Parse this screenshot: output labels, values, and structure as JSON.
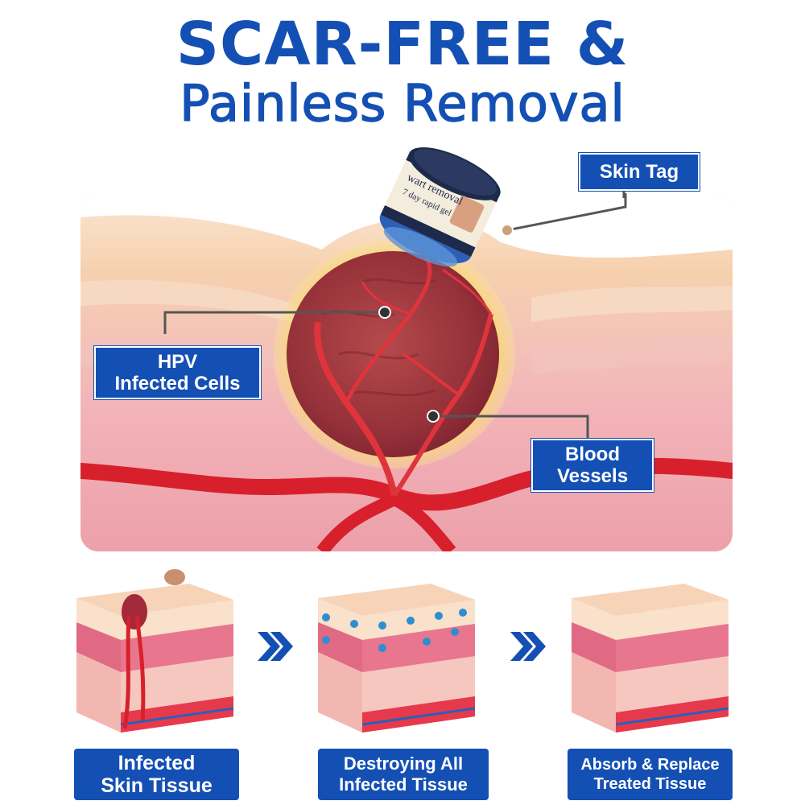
{
  "headline": {
    "line1": "SCAR-FREE &",
    "line2": "Painless Removal"
  },
  "labels": {
    "skin_tag": "Skin Tag",
    "hpv_line1": "HPV",
    "hpv_line2": "Infected Cells",
    "blood_line1": "Blood",
    "blood_line2": "Vessels"
  },
  "product": {
    "label_line1": "wart removal",
    "label_line2": "7 day rapid gel"
  },
  "steps": [
    {
      "line1": "Infected",
      "line2": "Skin Tissue"
    },
    {
      "line1": "Destroying All",
      "line2": "Infected Tissue"
    },
    {
      "line1": "Absorb & Replace",
      "line2": "Treated Tissue"
    }
  ],
  "colors": {
    "brand_blue": "#1450b4",
    "skin_top": "#f6d2b2",
    "tissue_pink": "#f0a3ae",
    "vessel_red": "#d8202c",
    "growth": "#a23a3c",
    "dot_blue": "#2d8fd0"
  },
  "icons": {
    "step_arrow": "double-chevron-right-icon"
  }
}
